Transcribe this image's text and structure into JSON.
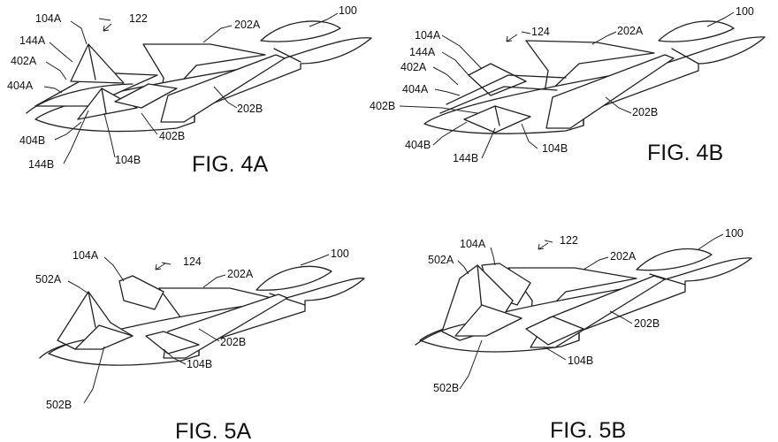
{
  "figures": {
    "fig4a": {
      "caption": "FIG. 4A",
      "labels": {
        "l100": "100",
        "l122": "122",
        "l202a": "202A",
        "l202b": "202B",
        "l104a": "104A",
        "l144a": "144A",
        "l402a": "402A",
        "l404a": "404A",
        "l404b": "404B",
        "l144b": "144B",
        "l104b": "104B",
        "l402b": "402B"
      }
    },
    "fig4b": {
      "caption": "FIG. 4B",
      "labels": {
        "l100": "100",
        "l124": "124",
        "l202a": "202A",
        "l202b": "202B",
        "l104a": "104A",
        "l144a": "144A",
        "l402a": "402A",
        "l404a": "404A",
        "l402b": "402B",
        "l404b": "404B",
        "l144b": "144B",
        "l104b": "104B"
      }
    },
    "fig5a": {
      "caption": "FIG. 5A",
      "labels": {
        "l100": "100",
        "l124": "124",
        "l202a": "202A",
        "l202b": "202B",
        "l104a": "104A",
        "l502a": "502A",
        "l104b": "104B",
        "l502b": "502B"
      }
    },
    "fig5b": {
      "caption": "FIG. 5B",
      "labels": {
        "l100": "100",
        "l122": "122",
        "l202a": "202A",
        "l202b": "202B",
        "l104a": "104A",
        "l502a": "502A",
        "l104b": "104B",
        "l502b": "502B"
      }
    }
  }
}
